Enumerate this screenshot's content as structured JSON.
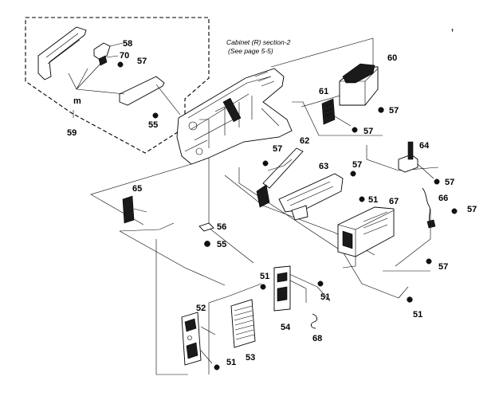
{
  "cabinet_note": {
    "line1": "Cabinet (R) section-2",
    "line2": "(See page 5-5)"
  },
  "detail_inset": {
    "frame_label": "59",
    "sub_label_m": "m"
  },
  "part_labels": {
    "p58": "58",
    "p70": "70",
    "p57_inset": "57",
    "p55_inset": "55",
    "p60": "60",
    "p57_a": "57",
    "p61": "61",
    "p57_b": "57",
    "p62": "62",
    "p57_c": "57",
    "p64": "64",
    "p63": "63",
    "p57_d": "57",
    "p57_e": "57",
    "p51_a": "51",
    "p66": "66",
    "p67": "67",
    "p57_f": "57",
    "p65": "65",
    "p56": "56",
    "p55": "55",
    "p57_g": "57",
    "p51_b": "51",
    "p51_c": "51",
    "p51_d": "51",
    "p52": "52",
    "p54": "54",
    "p68": "68",
    "p53": "53",
    "p51_e": "51"
  },
  "corner_mark": ","
}
